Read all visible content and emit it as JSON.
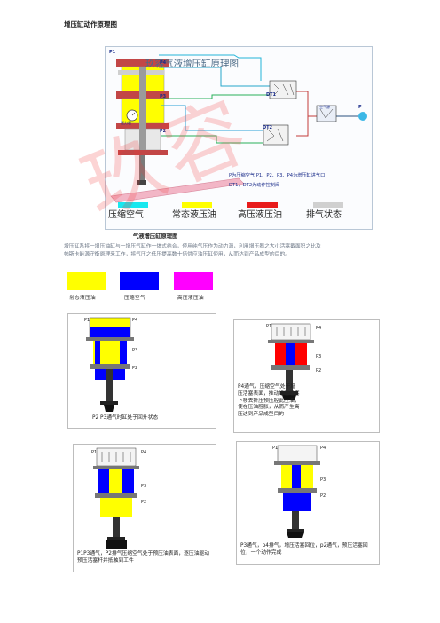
{
  "doc": {
    "title": "增压缸动作原理图"
  },
  "figure1": {
    "title": "玖容气液增压缸原理图",
    "ports": [
      "P1",
      "P4",
      "P3",
      "P2",
      "DT1",
      "DT2",
      "P"
    ],
    "gauge_label": "压力表",
    "valve_label": "空气源",
    "notes": [
      "P为压缩空气  P1、P2、P3、P4为增压缸进气口",
      "DT1、DT2为动作控制阀"
    ],
    "legend": [
      "压缩空气",
      "常态液压油",
      "高压液压油",
      "排气状态"
    ],
    "legend_colors": [
      "#19e8ef",
      "#ffff00",
      "#e81b1b",
      "#d0d0d0"
    ],
    "caption": "气液增压缸原理图"
  },
  "paragraph": [
    "增压缸系将一增压油缸与一增压气缸作一体式结合，使用纯气压作为动力源，利用增压器之大小活塞截面积之比及",
    "帕斯卡能源守衡原理来工作，将气压之低压提高数十倍供应油压缸使用，从而达到产品成型的目的。"
  ],
  "color_legend": {
    "items": [
      {
        "label": "常态液压油",
        "color": "#ffff00"
      },
      {
        "label": "压缩空气",
        "color": "#0000ff"
      },
      {
        "label": "高压液压油",
        "color": "#ff00ff"
      }
    ]
  },
  "panels": [
    {
      "ports": [
        "P1",
        "P4",
        "P3",
        "P2"
      ],
      "caption": "P2 P3通气时缸处于回升状态"
    },
    {
      "ports": [
        "P1",
        "P4",
        "P3",
        "P2"
      ],
      "caption": "P4通气，压缩空气处于增压活塞表面，推动增压活塞下移去挤压预压腔此压油，使在压油腔胀，从而产生高压达到产品成型目的"
    },
    {
      "ports": [
        "P1",
        "P4",
        "P3",
        "P2"
      ],
      "caption": "P1P3通气，P2排气压缩空气处于预压油表面，逐压油驱动预压活塞杆并抵触到工件"
    },
    {
      "ports": [
        "P1",
        "P4",
        "P3",
        "P2"
      ],
      "caption": "P3通气，p4排气，增压活塞回位，p2通气，预压活塞回位，一个动作完成"
    }
  ],
  "watermark": "玖容"
}
